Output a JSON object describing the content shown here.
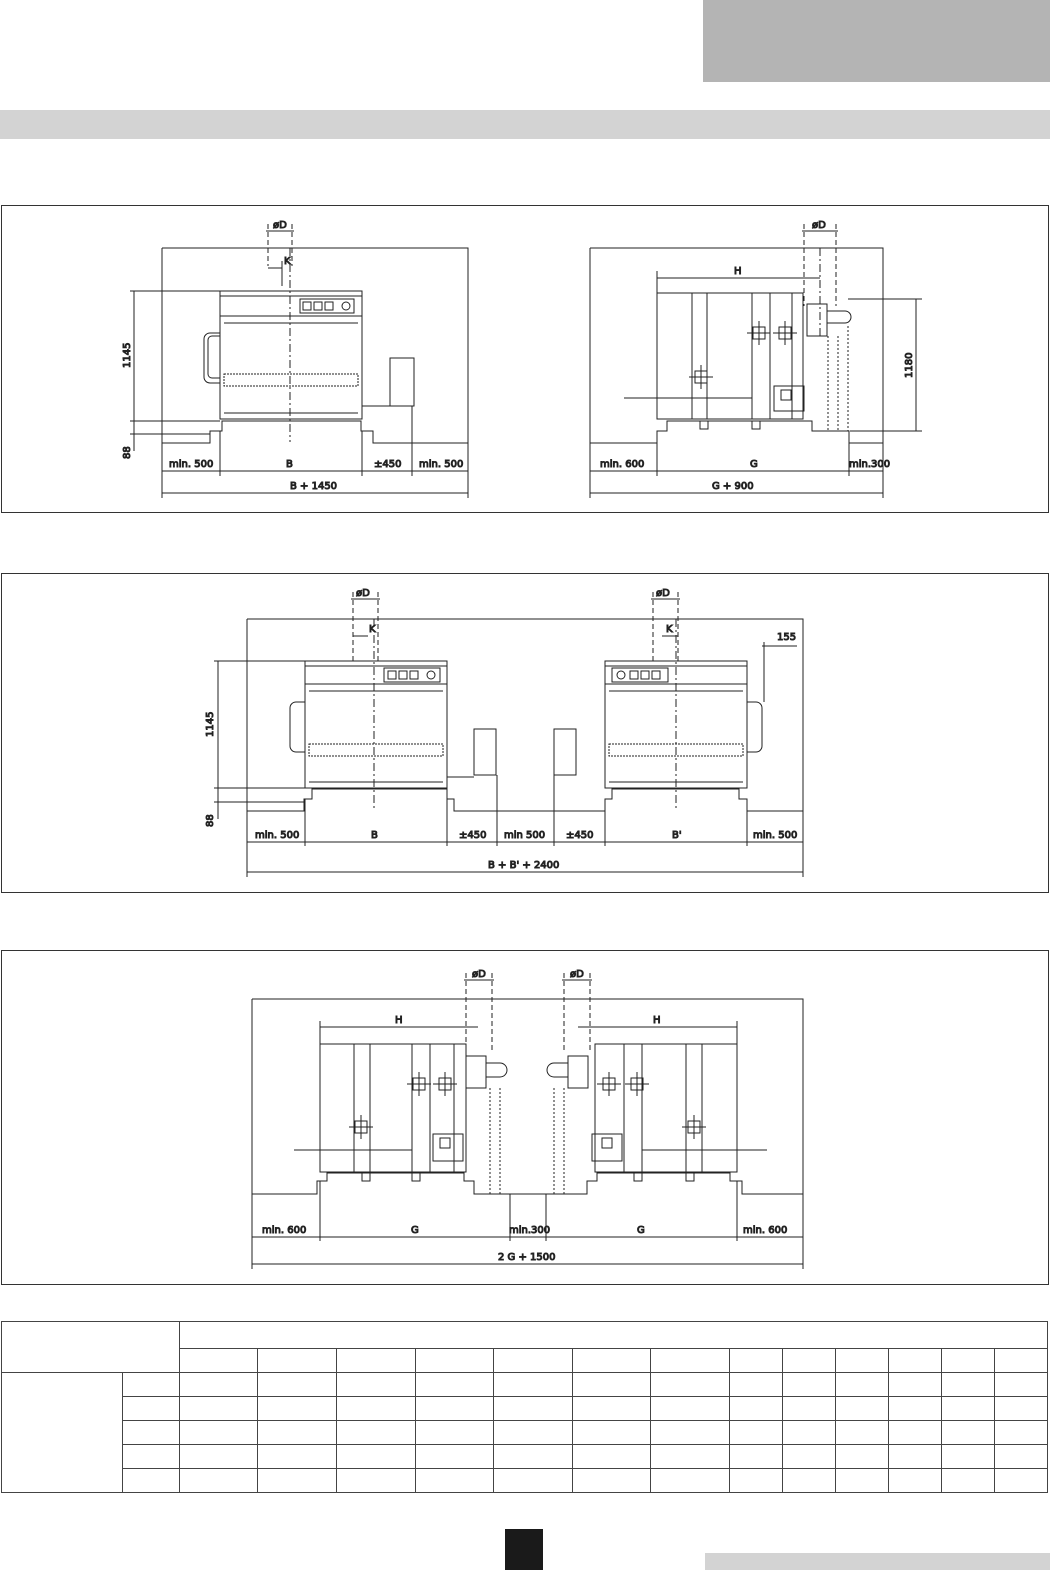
{
  "figure1": {
    "front": {
      "phi_d": "øD",
      "k": "K",
      "h1145": "1145",
      "h88": "88",
      "min500_left": "min. 500",
      "b": "B",
      "pm450": "±450",
      "min500_right": "min. 500",
      "total": "B + 1450"
    },
    "side": {
      "phi_d": "øD",
      "h": "H",
      "h1180": "1180",
      "min600": "min. 600",
      "g": "G",
      "min300": "min.300",
      "total": "G + 900"
    }
  },
  "figure2": {
    "phi_d_left": "øD",
    "phi_d_right": "øD",
    "k_left": "K",
    "k_right": "K",
    "d155": "155",
    "h1145": "1145",
    "h88": "88",
    "dims": [
      "min. 500",
      "B",
      "±450",
      "min 500",
      "±450",
      "B'",
      "min. 500"
    ],
    "total": "B + B' + 2400"
  },
  "figure3": {
    "phi_d_left": "øD",
    "phi_d_right": "øD",
    "h_left": "H",
    "h_right": "H",
    "dims": [
      "min. 600",
      "G",
      "min.300",
      "G",
      "min. 600"
    ],
    "total": "2 G + 1500"
  },
  "colors": {
    "header_box": "#b4b4b4",
    "band": "#d3d3d3",
    "page_marker": "#1a1a1a",
    "line": "#222222"
  }
}
